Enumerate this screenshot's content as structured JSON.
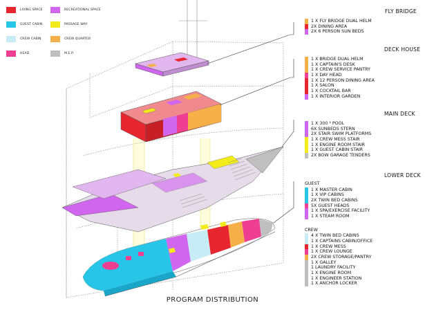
{
  "legend": [
    {
      "label": "Living Space",
      "color": "#e8262f"
    },
    {
      "label": "Recreational Space",
      "color": "#d066ee"
    },
    {
      "label": "Guest Cabin",
      "color": "#27c6e8"
    },
    {
      "label": "Passage Way",
      "color": "#f4ec1a"
    },
    {
      "label": "Crew Cabin",
      "color": "#c8ecf6"
    },
    {
      "label": "Crew Quarter",
      "color": "#f5b04a"
    },
    {
      "label": "Head",
      "color": "#ee3f93"
    },
    {
      "label": "M.E.P.",
      "color": "#bfbfbf"
    }
  ],
  "sections": [
    {
      "title": "FLY BRIDGE",
      "items": [
        {
          "text": "1 X FLY BRIDGE DUAL HELM",
          "color": "#f5b04a"
        },
        {
          "text": "2X DINING AREA",
          "color": "#e8262f"
        },
        {
          "text": "2X 6 PERSON SUN BEDS",
          "color": "#d066ee"
        }
      ]
    },
    {
      "title": "DECK HOUSE",
      "items": [
        {
          "text": "1 X BRIDGE DUAL HELM",
          "color": "#f5b04a"
        },
        {
          "text": "1 X CAPTAIN'S DESK",
          "color": "#f5b04a"
        },
        {
          "text": "1 X CREW SERVICE PANTRY",
          "color": "#f5b04a"
        },
        {
          "text": "1 X DAY HEAD",
          "color": "#ee3f93"
        },
        {
          "text": "1 X 12 PERSON DINING AREA",
          "color": "#e8262f"
        },
        {
          "text": "1 X SALON",
          "color": "#e8262f"
        },
        {
          "text": "1 X COCKTAIL BAR",
          "color": "#e8262f"
        },
        {
          "text": "1 X INTERIOR GARDEN",
          "color": "#d066ee"
        }
      ]
    },
    {
      "title": "MAIN DECK",
      "items": [
        {
          "text": "1 X 300 ² POOL",
          "color": "#d066ee"
        },
        {
          "text": "6X SUNBEDS STERN",
          "color": "#d066ee"
        },
        {
          "text": "2X STAIR SWIM PLATFORMS",
          "color": "#d066ee"
        },
        {
          "text": "1 X CREW MESS STAIR",
          "color": "#f4ec1a"
        },
        {
          "text": "1 X ENGINE ROOM STAIR",
          "color": "#f4ec1a"
        },
        {
          "text": "1 X GUEST CABIN STAIR",
          "color": "#f4ec1a"
        },
        {
          "text": "2X BOW GARAGE TENDERS",
          "color": "#bfbfbf"
        }
      ]
    },
    {
      "title": "LOWER DECK",
      "groups": [
        {
          "label": "GUEST",
          "items": [
            {
              "text": "1 X MASTER CABIN",
              "color": "#27c6e8"
            },
            {
              "text": "1 X VIP CABINS",
              "color": "#27c6e8"
            },
            {
              "text": "2X TWIN BED CABINS",
              "color": "#27c6e8"
            },
            {
              "text": "5X GUEST HEADS",
              "color": "#ee3f93"
            },
            {
              "text": "1 X SPA/EXERCISE FACILITY",
              "color": "#d066ee"
            },
            {
              "text": "1 X STEAM ROOM",
              "color": "#d066ee"
            }
          ]
        },
        {
          "label": "CREW",
          "items": [
            {
              "text": "4 X TWIN BED CABINS",
              "color": "#c8ecf6"
            },
            {
              "text": "1 X CAPTAINS CABIN/OFFICE",
              "color": "#c8ecf6"
            },
            {
              "text": "1 X CREW MESS",
              "color": "#e8262f"
            },
            {
              "text": "1 X CREW LOUNGE",
              "color": "#ee3f93"
            },
            {
              "text": "2X CREW STORAGE/PANTRY",
              "color": "#f5b04a"
            },
            {
              "text": "1 X GALLEY",
              "color": "#bfbfbf"
            },
            {
              "text": "1 LAUNDRY FACILITY",
              "color": "#bfbfbf"
            },
            {
              "text": "1 X ENGINE ROOM",
              "color": "#bfbfbf"
            },
            {
              "text": "1 X ENGINEER STATION",
              "color": "#bfbfbf"
            },
            {
              "text": "1 X ANCHOR LOCKER",
              "color": "#bfbfbf"
            }
          ]
        }
      ]
    }
  ],
  "footer_title": "PROGRAM DISTRIBUTION"
}
